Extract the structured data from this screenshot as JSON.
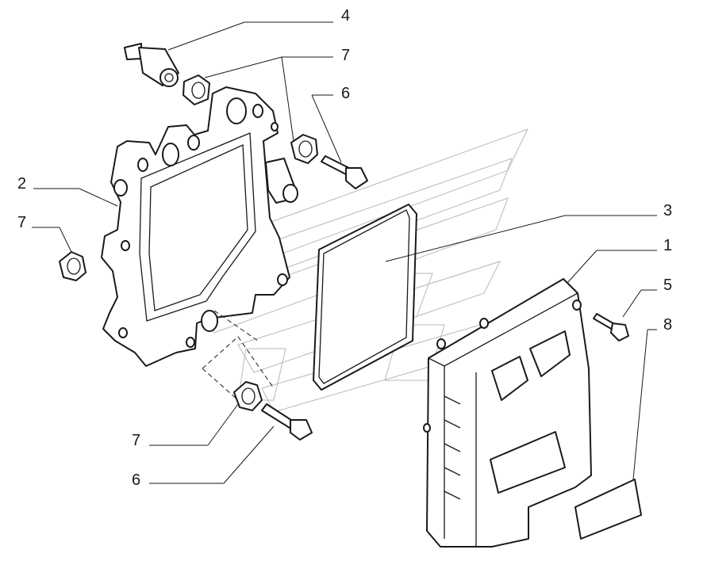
{
  "callouts": [
    {
      "id": "c4-top",
      "text": "4"
    },
    {
      "id": "c7-top",
      "text": "7"
    },
    {
      "id": "c6-top",
      "text": "6"
    },
    {
      "id": "c2",
      "text": "2"
    },
    {
      "id": "c7-left",
      "text": "7"
    },
    {
      "id": "c3",
      "text": "3"
    },
    {
      "id": "c1",
      "text": "1"
    },
    {
      "id": "c5",
      "text": "5"
    },
    {
      "id": "c8",
      "text": "8"
    },
    {
      "id": "c7-bottom",
      "text": "7"
    },
    {
      "id": "c6-bottom",
      "text": "6"
    }
  ],
  "parts": [
    {
      "number": "1",
      "name": "ecu-module"
    },
    {
      "number": "2",
      "name": "mounting-bracket"
    },
    {
      "number": "3",
      "name": "gasket"
    },
    {
      "number": "4",
      "name": "stud-spacer"
    },
    {
      "number": "5",
      "name": "bolt"
    },
    {
      "number": "6",
      "name": "flange-bolt"
    },
    {
      "number": "7",
      "name": "rubber-grommet"
    },
    {
      "number": "8",
      "name": "connector-cap"
    }
  ],
  "colors": {
    "line": "#1a1a1a",
    "watermark": "#b8b8b8",
    "background": "#ffffff"
  }
}
